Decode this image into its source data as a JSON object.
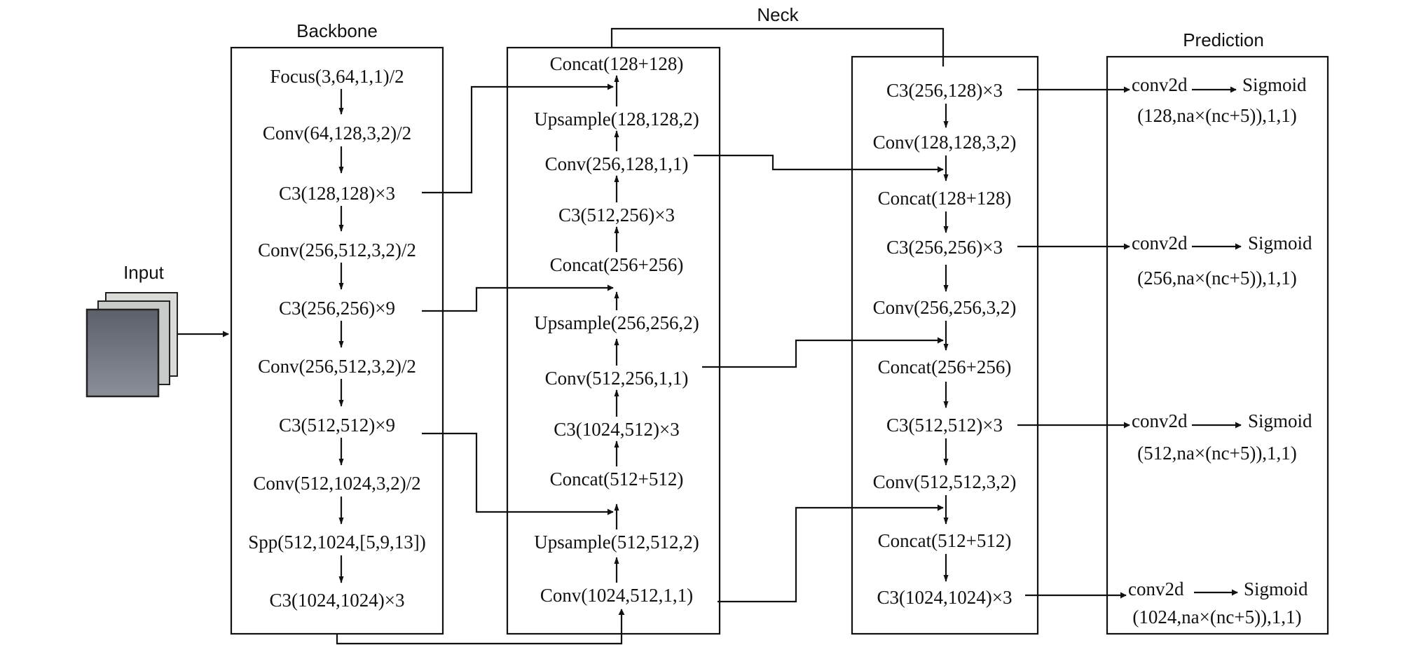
{
  "headers": {
    "input": "Input",
    "backbone": "Backbone",
    "neck": "Neck",
    "prediction": "Prediction"
  },
  "backbone": [
    "Focus(3,64,1,1)/2",
    "Conv(64,128,3,2)/2",
    "C3(128,128)×3",
    "Conv(256,512,3,2)/2",
    "C3(256,256)×9",
    "Conv(256,512,3,2)/2",
    "C3(512,512)×9",
    "Conv(512,1024,3,2)/2",
    "Spp(512,1024,[5,9,13])",
    "C3(1024,1024)×3"
  ],
  "neck_up": [
    "Concat(128+128)",
    "Upsample(128,128,2)",
    "Conv(256,128,1,1)",
    "C3(512,256)×3",
    "Concat(256+256)",
    "Upsample(256,256,2)",
    "Conv(512,256,1,1)",
    "C3(1024,512)×3",
    "Concat(512+512)",
    "Upsample(512,512,2)",
    "Conv(1024,512,1,1)"
  ],
  "neck_down": [
    "C3(256,128)×3",
    "Conv(128,128,3,2)",
    "Concat(128+128)",
    "C3(256,256)×3",
    "Conv(256,256,3,2)",
    "Concat(256+256)",
    "C3(512,512)×3",
    "Conv(512,512,3,2)",
    "Concat(512+512)",
    "C3(1024,1024)×3"
  ],
  "prediction": [
    {
      "conv": "conv2d",
      "act": "Sigmoid",
      "params": "(128,na×(nc+5)),1,1)"
    },
    {
      "conv": "conv2d",
      "act": "Sigmoid",
      "params": "(256,na×(nc+5)),1,1)"
    },
    {
      "conv": "conv2d",
      "act": "Sigmoid",
      "params": "(512,na×(nc+5)),1,1)"
    },
    {
      "conv": "conv2d",
      "act": "Sigmoid",
      "params": "(1024,na×(nc+5)),1,1)"
    }
  ]
}
